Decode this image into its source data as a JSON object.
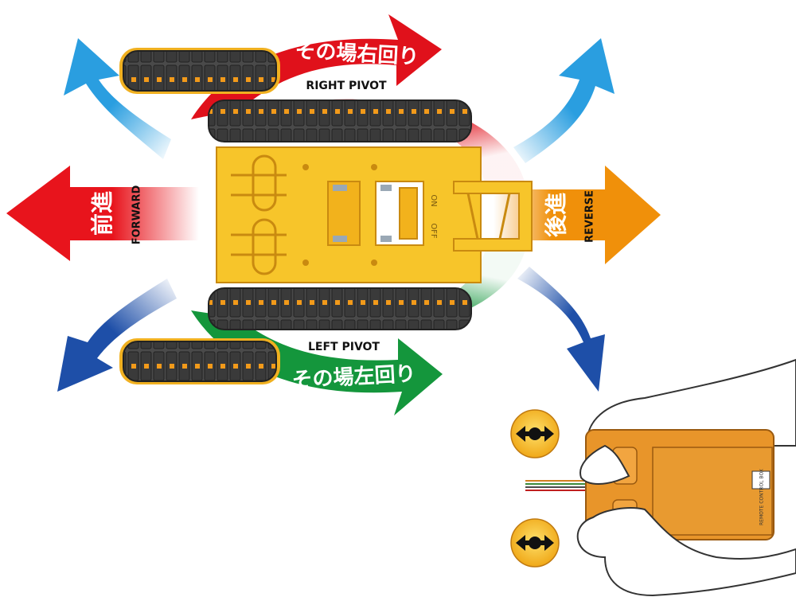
{
  "labels": {
    "right_pivot_jp": "その場右回り",
    "right_pivot_en": "RIGHT PIVOT",
    "left_pivot_jp": "その場左回り",
    "left_pivot_en": "LEFT PIVOT",
    "forward_jp": "前進",
    "forward_en": "FORWARD",
    "reverse_jp": "後進",
    "reverse_en": "REVERSE",
    "switch_on": "ON",
    "switch_off": "OFF",
    "gearbox_brand": "REMOTE CONTROL BOX"
  },
  "colors": {
    "forward_red": "#e8141c",
    "right_pivot_red": "#e0111b",
    "left_pivot_green": "#14963c",
    "reverse_orange": "#f0900a",
    "diag_blue_light": "#2a9ee0",
    "diag_blue_dark": "#1e4fa8",
    "chassis_yellow": "#f7c52a",
    "track_dark": "#3a3a3a",
    "controller_orange": "#e8952a",
    "lever_yellow": "#f5b21a"
  },
  "icons": {
    "lever_top": "double-arrow-icon",
    "lever_bottom": "double-arrow-icon"
  }
}
